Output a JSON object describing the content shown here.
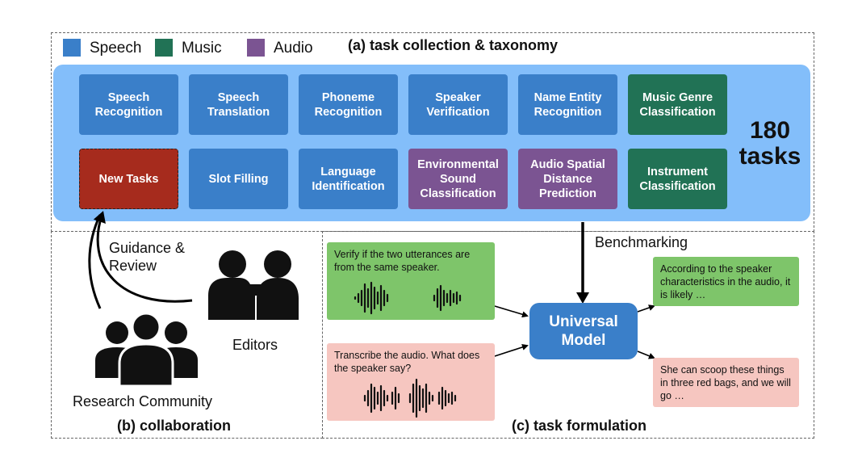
{
  "legend": [
    {
      "label": "Speech",
      "color": "#3a7fc9"
    },
    {
      "label": "Music",
      "color": "#217255"
    },
    {
      "label": "Audio",
      "color": "#7b5492"
    }
  ],
  "sections": {
    "a_title": "(a) task collection & taxonomy",
    "b_title": "(b) collaboration",
    "c_title": "(c) task formulation"
  },
  "tasks": [
    {
      "label": "Speech\nRecognition",
      "category": "speech"
    },
    {
      "label": "Speech\nTranslation",
      "category": "speech"
    },
    {
      "label": "Phoneme\nRecognition",
      "category": "speech"
    },
    {
      "label": "Speaker\nVerification",
      "category": "speech"
    },
    {
      "label": "Name Entity\nRecognition",
      "category": "speech"
    },
    {
      "label": "Music Genre\nClassification",
      "category": "music"
    },
    {
      "label": "New Tasks",
      "category": "new"
    },
    {
      "label": "Slot Filling",
      "category": "speech"
    },
    {
      "label": "Language\nIdentification",
      "category": "speech"
    },
    {
      "label": "Environmental\nSound\nClassification",
      "category": "audio"
    },
    {
      "label": "Audio Spatial\nDistance\nPrediction",
      "category": "audio"
    },
    {
      "label": "Instrument\nClassification",
      "category": "music"
    }
  ],
  "task_count": "180\ntasks",
  "collaboration": {
    "guidance": "Guidance &\nReview",
    "editors": "Editors",
    "community": "Research Community"
  },
  "formulation": {
    "benchmarking": "Benchmarking",
    "model": "Universal\nModel",
    "input_1": "Verify if the two utterances are from the same speaker.",
    "input_2": "Transcribe the audio. What does the speaker say?",
    "output_1": "According to the speaker characteristics in the audio, it is likely …",
    "output_2": "She can scoop these things in three red bags, and we will go …"
  }
}
